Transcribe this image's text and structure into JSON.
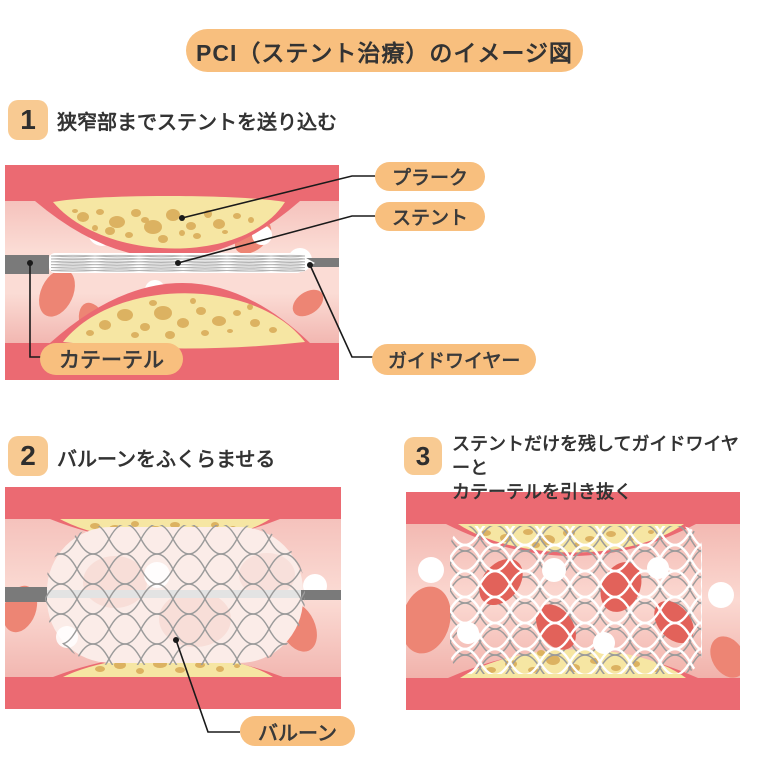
{
  "title": "PCI（ステント治療）のイメージ図",
  "steps": [
    {
      "number": "1",
      "label": "狭窄部までステントを送り込む"
    },
    {
      "number": "2",
      "label": "バルーンをふくらませる"
    },
    {
      "number": "3",
      "label_line1": "ステントだけを残してガイドワイヤーと",
      "label_line2": "カテーテルを引き抜く"
    }
  ],
  "annotations": {
    "plaque": "プラーク",
    "stent": "ステント",
    "catheter": "カテーテル",
    "guidewire": "ガイドワイヤー",
    "balloon": "バルーン"
  },
  "palette": {
    "vesselRed": "#EB6A72",
    "lumenEdge": "#F5C2BC",
    "lumenMid": "#FBDCD5",
    "lumenDeep": "#F2B7B1",
    "plaqueYellow": "#F6E6A3",
    "plaquePebble": "#DCB261",
    "bloodCell": "#ED8574",
    "bloodCellDeep": "#E2625A",
    "whiteCell": "#FFFFFF",
    "catheterGray": "#7A7A7A",
    "stentLineGray": "#B3B3B3",
    "meshGray": "#9B9B9B",
    "meshWhite": "#FFFFFF",
    "balloonPink": "#FBECE8",
    "balloonBlotch": "#F7D8D2",
    "pillOrange": "#F8BF7E",
    "numBoxOrange": "#F8CA92",
    "textDark": "#333333",
    "leaderBlack": "#1A1A1A"
  }
}
